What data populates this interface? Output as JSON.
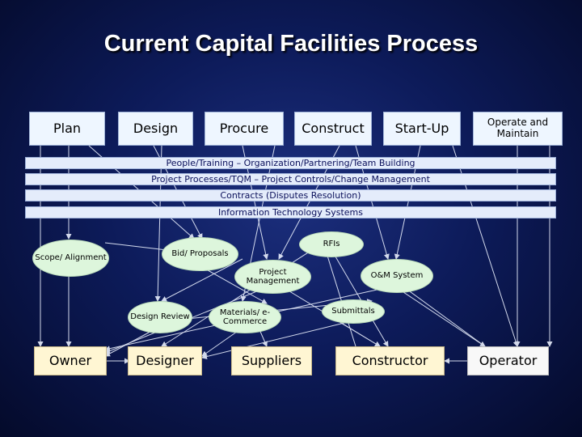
{
  "title": "Current Capital Facilities Process",
  "phases": [
    "Plan",
    "Design",
    "Procure",
    "Construct",
    "Start-Up",
    "Operate and Maintain"
  ],
  "bands": [
    "People/Training – Organization/Partnering/Team Building",
    "Project Processes/TQM – Project Controls/Change Management",
    "Contracts (Disputes Resolution)",
    "Information Technology Systems"
  ],
  "processes": {
    "scope": "Scope/ Alignment",
    "bid": "Bid/ Proposals",
    "rfis": "RFIs",
    "project_management": "Project Management",
    "om_system": "O&M System",
    "design_review": "Design Review",
    "materials": "Materials/ e-Commerce",
    "submittals": "Submittals"
  },
  "actors": [
    "Owner",
    "Designer",
    "Suppliers",
    "Constructor",
    "Operator"
  ],
  "colors": {
    "background": "#0d1b5a",
    "phase_box": "#eef6ff",
    "process_oval": "#ddf6dc",
    "actor_box": "#fff6d3",
    "arrow": "#e8eefc"
  }
}
